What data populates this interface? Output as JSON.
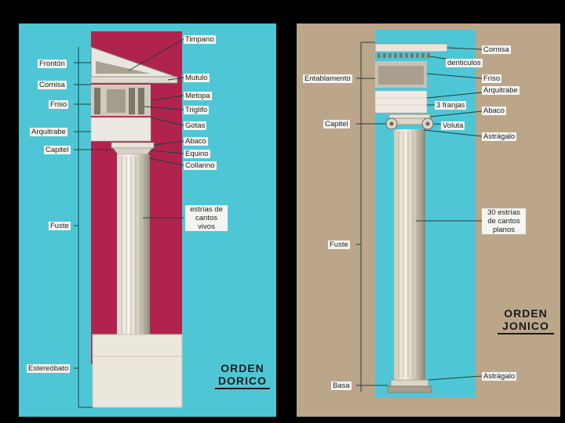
{
  "colors": {
    "doric_bg": "#4fc6d6",
    "doric_accent": "#b0234e",
    "ionic_bg": "#bba68a",
    "ionic_accent": "#4fc6d6"
  },
  "doric": {
    "title_line1": "ORDEN",
    "title_line2": "DORICO",
    "labels_left": {
      "fronton": "Frontón",
      "cornisa": "Cornisa",
      "friso": "Friso",
      "arquitrabe": "Arquitrabe",
      "capitel": "Capitel",
      "fuste": "Fuste",
      "estereobato": "Estereóbato"
    },
    "labels_right": {
      "timpano": "Timpano",
      "mutulo": "Mutulo",
      "metopa": "Metopa",
      "triglifo": "Triglifo",
      "gotas": "Gotas",
      "abaco": "Abaco",
      "equino": "Equino",
      "collarino": "Collarino",
      "estrias": "estrías de cantos vivos"
    }
  },
  "ionic": {
    "title_line1": "ORDEN",
    "title_line2": "JONICO",
    "labels_left": {
      "entablamento": "Entablamento",
      "capitel": "Capitel",
      "fuste": "Fuste",
      "basa": "Basa"
    },
    "labels_right": {
      "cornisa": "Cornisa",
      "denticulos": "denticulos",
      "friso": "Friso",
      "arquitrabe": "Arquitrabe",
      "franjas": "3 franjas",
      "abaco": "Abaco",
      "voluta": "Voluta",
      "astragalo": "Astrágalo",
      "estrias": "30 estrías de cantos planos",
      "astragalo_base": "Astrágalo"
    }
  }
}
